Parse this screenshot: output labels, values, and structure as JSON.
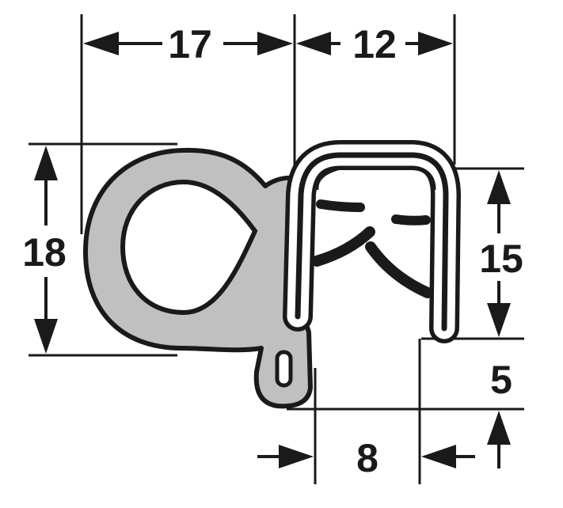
{
  "diagram": {
    "type": "seal-profile-cross-section",
    "dimensions": {
      "top_left_width": "17",
      "top_right_width": "12",
      "left_height": "18",
      "clip_height": "15",
      "lower_offset": "5",
      "bottom_width": "8"
    },
    "colors": {
      "seal_body": "#c0c0c0",
      "outline": "#1a1a1a",
      "background": "#ffffff"
    }
  }
}
